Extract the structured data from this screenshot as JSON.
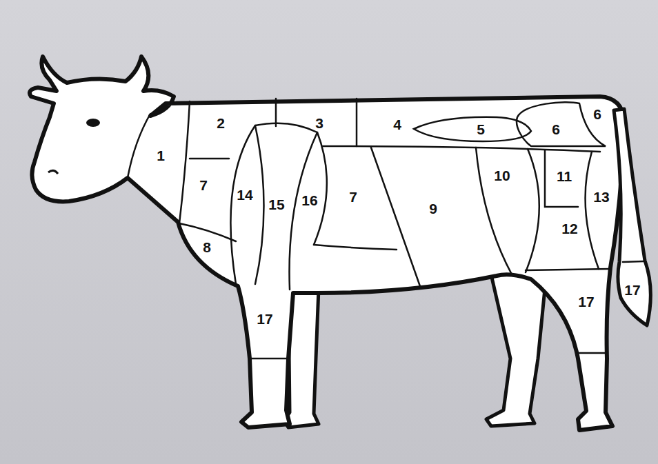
{
  "diagram": {
    "labels": [
      "1",
      "2",
      "3",
      "4",
      "5",
      "6",
      "6",
      "7",
      "14",
      "15",
      "16",
      "7",
      "9",
      "10",
      "11",
      "13",
      "12",
      "8",
      "17",
      "17",
      "17"
    ]
  }
}
